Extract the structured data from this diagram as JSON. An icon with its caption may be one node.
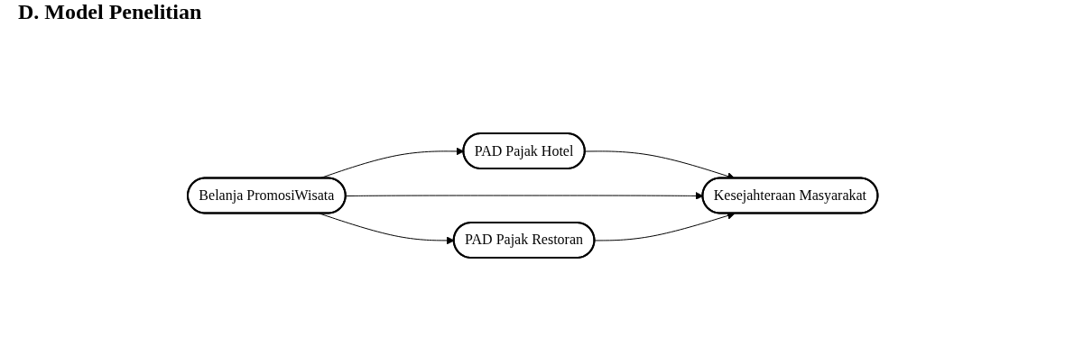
{
  "diagram": {
    "title": "D. Model Penelitian",
    "nodes": [
      {
        "text": [
          "PAD Pajak Hotel"
        ]
      },
      {
        "text": [
          "Belanja PromosiWisata"
        ]
      },
      {
        "text": [
          "Kesejahteraan Masyarakat"
        ]
      },
      {
        "text": [
          "PAD Pajak Restoran"
        ]
      }
    ],
    "edges": [
      {
        "from": 1,
        "to": 0,
        "arrow": "to"
      },
      {
        "from": 0,
        "to": 2,
        "arrow": "to"
      },
      {
        "from": 1,
        "to": 2,
        "arrow": "to"
      },
      {
        "from": 1,
        "to": 3,
        "arrow": "to"
      },
      {
        "from": 3,
        "to": 2,
        "arrow": "to"
      }
    ]
  }
}
